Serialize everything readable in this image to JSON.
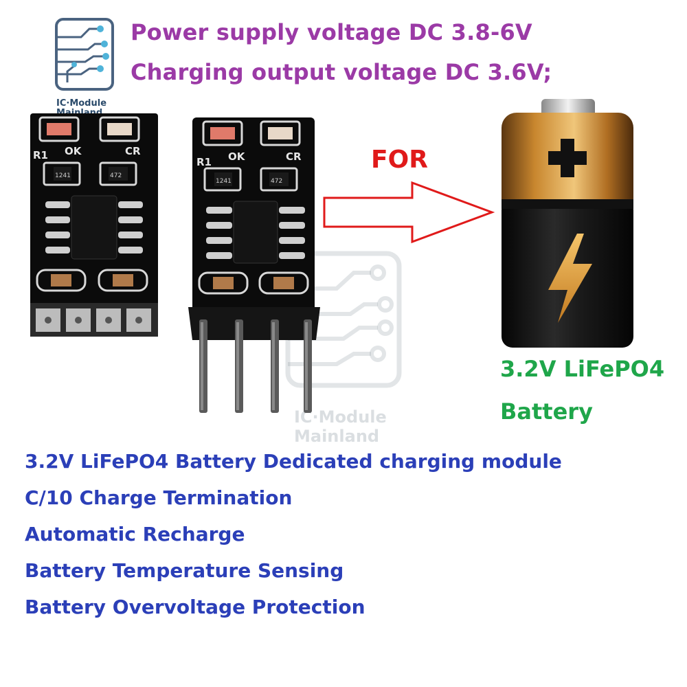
{
  "logo": {
    "line1": "IC·Module",
    "line2": "Mainland"
  },
  "specs": {
    "supply_voltage": "Power supply voltage DC 3.8-6V",
    "charge_output": "Charging output voltage DC 3.6V;"
  },
  "arrow": {
    "label": "FOR"
  },
  "battery": {
    "line1": "3.2V LiFePO4",
    "line2": "Battery"
  },
  "module_left": {
    "led_left": "R1",
    "led_ok": "OK",
    "led_cr": "CR",
    "res1": "1241",
    "res2": "472"
  },
  "module_right": {
    "led_left": "R1",
    "led_ok": "OK",
    "led_cr": "CR",
    "res1": "1241",
    "res2": "472"
  },
  "watermark": {
    "line1": "IC·Module",
    "line2": "Mainland"
  },
  "features": [
    "3.2V LiFePO4 Battery Dedicated charging module",
    "C/10 Charge Termination",
    "Automatic Recharge",
    "Battery Temperature Sensing",
    "Battery Overvoltage Protection"
  ],
  "colors": {
    "spec_text": "#9b3aa6",
    "feature_text": "#2b3fb8",
    "for_arrow": "#e01a1a",
    "battery_text": "#1fa64a",
    "pcb": "#0b0b0b",
    "battery_gold": "#c8862e"
  }
}
